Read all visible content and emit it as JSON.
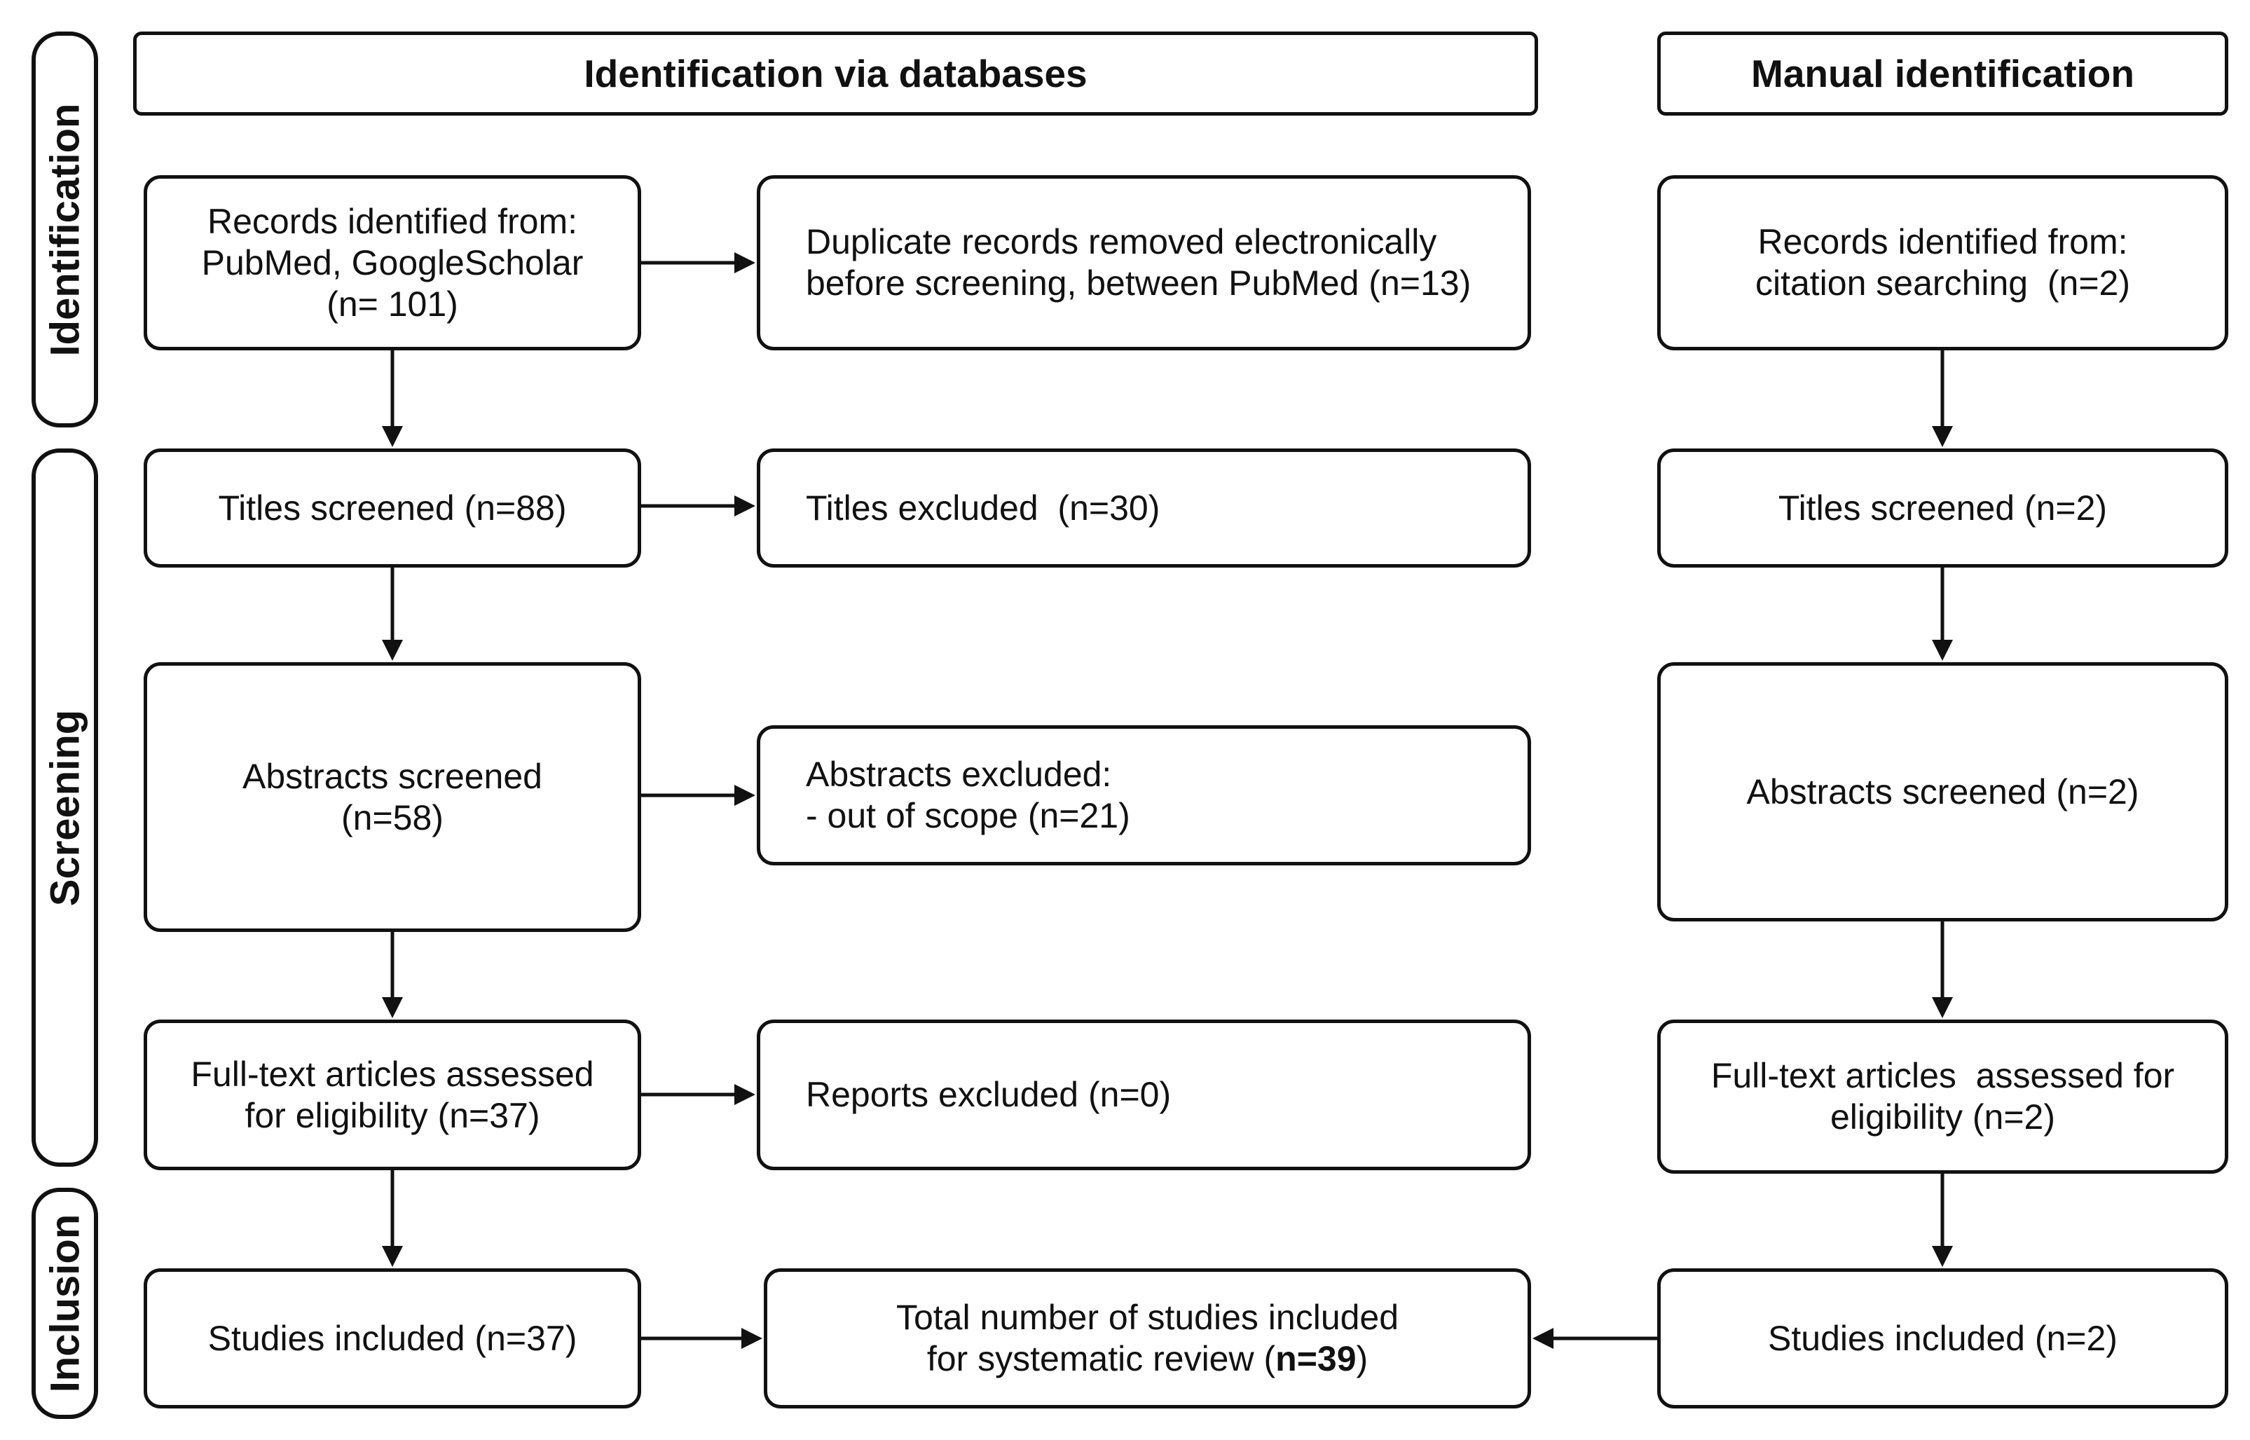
{
  "headers": {
    "databases": "Identification via databases",
    "manual": "Manual identification"
  },
  "phases": {
    "identification": "Identification",
    "screening": "Screening",
    "inclusion": "Inclusion"
  },
  "databases": {
    "records": [
      "Records identified from:",
      "PubMed, GoogleScholar",
      "(n= 101)"
    ],
    "duplicates": [
      "Duplicate records removed electronically",
      "before screening, between PubMed (n=13)"
    ],
    "titles_screened": "Titles screened (n=88)",
    "titles_excluded": "Titles excluded  (n=30)",
    "abstracts_screened": [
      "Abstracts screened",
      "(n=58)"
    ],
    "abstracts_excluded": [
      "Abstracts excluded:",
      "- out of scope (n=21)"
    ],
    "fulltext_assessed": [
      "Full-text articles assessed",
      "for eligibility (n=37)"
    ],
    "reports_excluded": "Reports excluded (n=0)",
    "studies_included": "Studies included (n=37)"
  },
  "total": {
    "line1": "Total number of studies included",
    "line2_prefix": "for systematic review (",
    "line2_bold": "n=39",
    "line2_suffix": ")"
  },
  "manual": {
    "records": [
      "Records identified from:",
      "citation searching  (n=2)"
    ],
    "titles_screened": "Titles screened (n=2)",
    "abstracts_screened": "Abstracts screened (n=2)",
    "fulltext_assessed": [
      "Full-text articles  assessed for",
      "eligibility (n=2)"
    ],
    "studies_included": "Studies included (n=2)"
  }
}
